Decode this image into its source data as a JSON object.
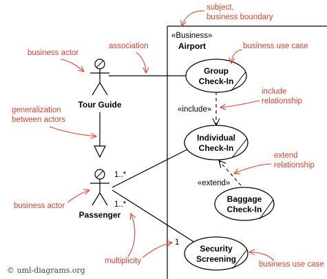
{
  "diagram": {
    "boundary": {
      "stereotype": "«Business»",
      "name": "Airport"
    },
    "actors": [
      {
        "name": "Tour Guide"
      },
      {
        "name": "Passenger"
      }
    ],
    "use_cases": [
      {
        "line1": "Group",
        "line2": "Check-In"
      },
      {
        "line1": "Individual",
        "line2": "Check-In"
      },
      {
        "line1": "Baggage",
        "line2": "Check-In"
      },
      {
        "line1": "Security",
        "line2": "Screening"
      }
    ],
    "labels": {
      "include": "«include»",
      "extend": "«extend»",
      "mult_upper": "1..*",
      "mult_lower": "1..*",
      "mult_one": "1"
    },
    "annotations": {
      "subject_line1": "subject,",
      "subject_line2": "business boundary",
      "business_use_case_top": "business use case",
      "business_actor_top": "business actor",
      "association": "association",
      "include_rel_line1": "include",
      "include_rel_line2": "relationship",
      "generalization_line1": "generalization",
      "generalization_line2": "between actors",
      "extend_rel_line1": "extend",
      "extend_rel_line2": "relationship",
      "business_actor_bottom": "business actor",
      "multiplicity": "multiplicity",
      "business_use_case_bottom": "business use case"
    },
    "copyright": "© uml-diagrams.org"
  }
}
